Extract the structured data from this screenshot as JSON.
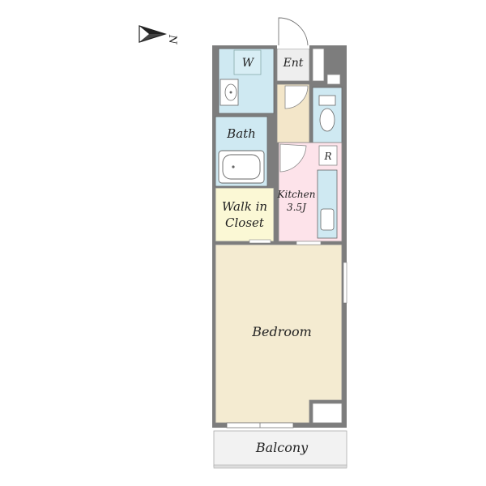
{
  "compass": {
    "label": "N",
    "icon": "north-arrow-icon"
  },
  "rooms": {
    "washroom": {
      "label": "W"
    },
    "entrance": {
      "label": "Ent"
    },
    "bath": {
      "label": "Bath"
    },
    "refrigerator": {
      "label": "R"
    },
    "kitchen": {
      "label": "Kitchen",
      "size": "3.5J"
    },
    "closet": {
      "line1": "Walk in",
      "line2": "Closet"
    },
    "bedroom": {
      "label": "Bedroom"
    },
    "balcony": {
      "label": "Balcony"
    }
  },
  "colors": {
    "wall": "#7d7d7d",
    "water": "#cfe9f2",
    "entrance": "#eeeeee",
    "hall": "#f3e6c9",
    "kitchen": "#fde3ea",
    "closet": "#fbf8d5",
    "bedroom": "#f4ebd1",
    "balcony": "#f2f2f2"
  }
}
